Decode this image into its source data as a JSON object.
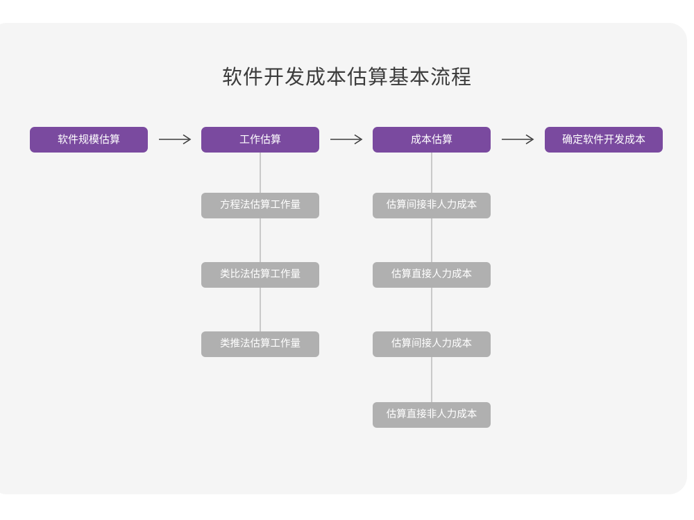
{
  "card": {
    "background": "#f5f5f5"
  },
  "colors": {
    "primary": "#7a4a9f",
    "sub": "#b0b0b0",
    "connector": "#c9c9c9",
    "arrow": "#3c3c3c",
    "title_text": "#3c3c3c",
    "page_background": "#ffffff"
  },
  "title": "软件开发成本估算基本流程",
  "chart_data": {
    "type": "diagram",
    "title": "软件开发成本估算基本流程",
    "orientation": "left-to-right main flow with vertical sub-steps",
    "stages": [
      {
        "label": "软件规模估算",
        "level": "primary",
        "substeps": []
      },
      {
        "label": "工作估算",
        "level": "primary",
        "substeps": [
          "方程法估算工作量",
          "类比法估算工作量",
          "类推法估算工作量"
        ]
      },
      {
        "label": "成本估算",
        "level": "primary",
        "substeps": [
          "估算间接非人力成本",
          "估算直接人力成本",
          "估算间接人力成本",
          "估算直接非人力成本"
        ]
      },
      {
        "label": "确定软件开发成本",
        "level": "primary",
        "substeps": []
      }
    ],
    "arrows": [
      {
        "from": "软件规模估算",
        "to": "工作估算",
        "glyph": "→"
      },
      {
        "from": "工作估算",
        "to": "成本估算",
        "glyph": "→"
      },
      {
        "from": "成本估算",
        "to": "确定软件开发成本",
        "glyph": "→"
      }
    ]
  }
}
